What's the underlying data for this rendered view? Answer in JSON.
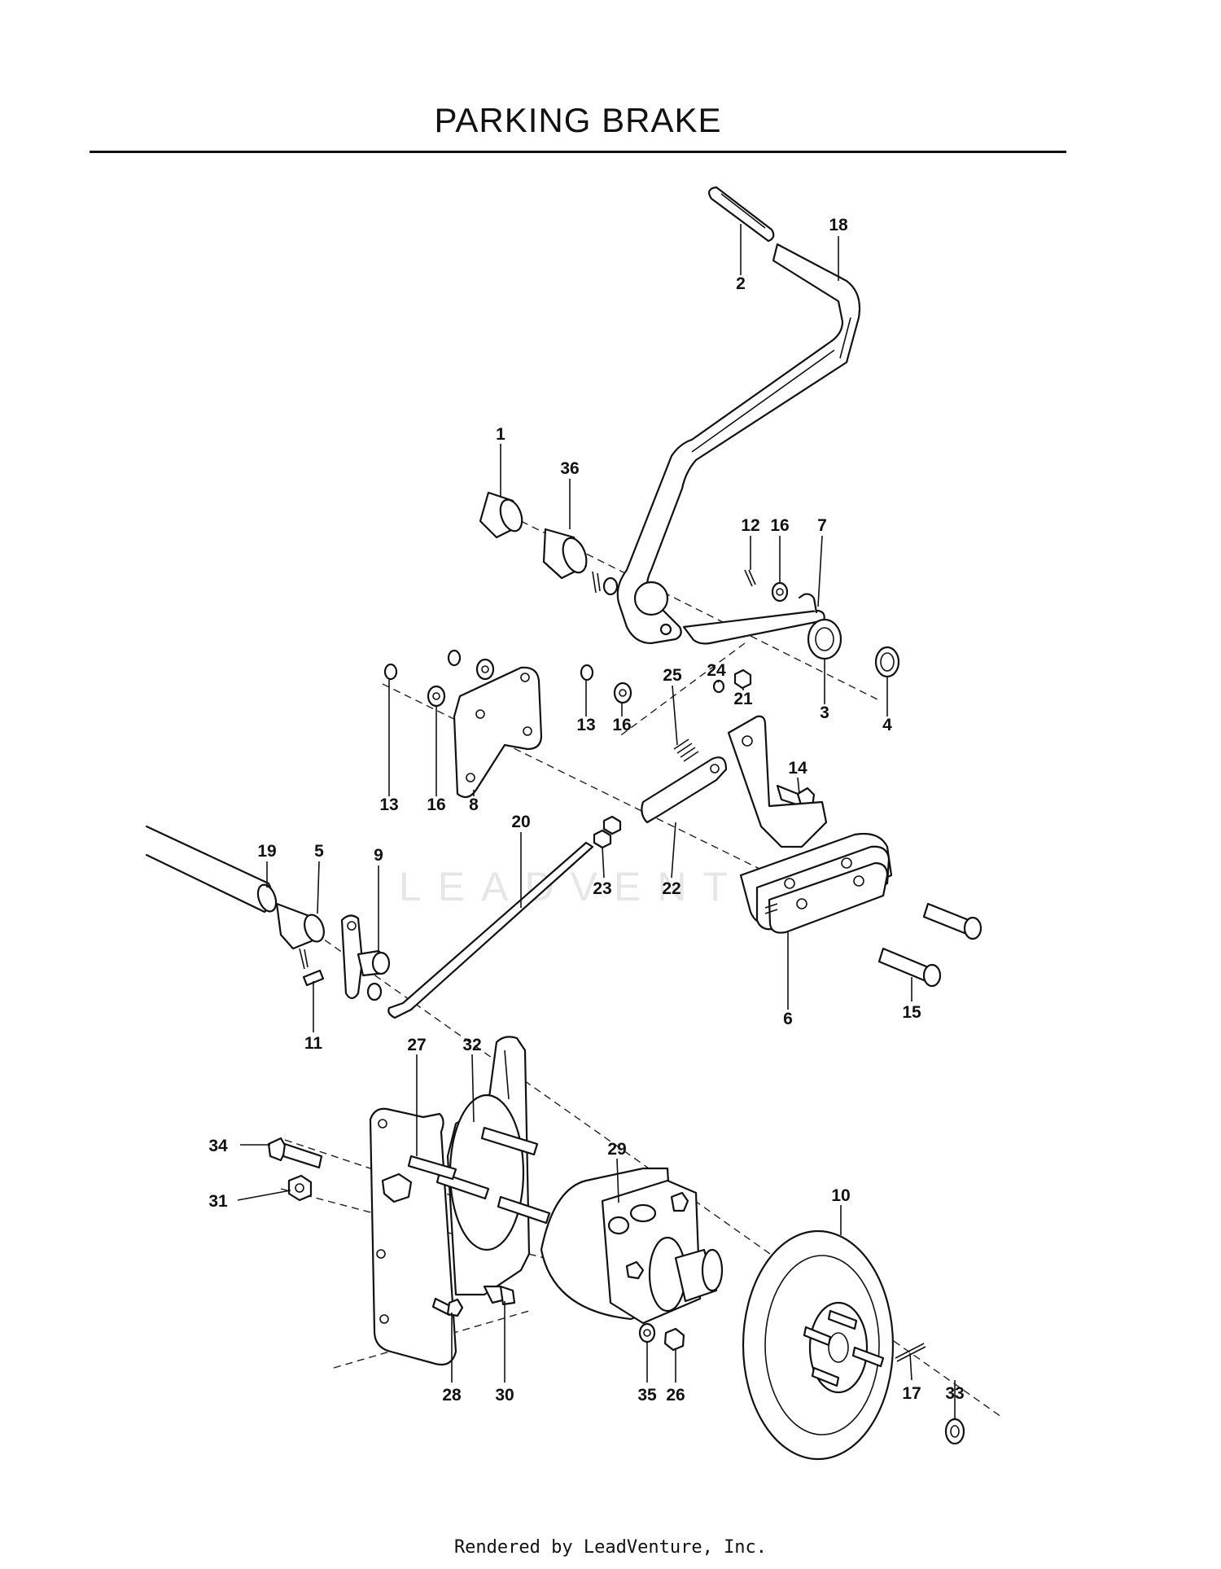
{
  "title": "PARKING BRAKE",
  "watermark": "LEADVENTURE",
  "footer": "Rendered by LeadVenture, Inc.",
  "callouts": {
    "c1": "1",
    "c2": "2",
    "c3": "3",
    "c4": "4",
    "c5": "5",
    "c6": "6",
    "c7": "7",
    "c8": "8",
    "c9": "9",
    "c10": "10",
    "c11": "11",
    "c12": "12",
    "c13a": "13",
    "c13b": "13",
    "c14": "14",
    "c15": "15",
    "c16a": "16",
    "c16b": "16",
    "c16c": "16",
    "c17": "17",
    "c18": "18",
    "c19": "19",
    "c20": "20",
    "c21": "21",
    "c22": "22",
    "c23": "23",
    "c24": "24",
    "c25": "25",
    "c26": "26",
    "c27": "27",
    "c28": "28",
    "c29": "29",
    "c30": "30",
    "c31": "31",
    "c32": "32",
    "c33": "33",
    "c34": "34",
    "c35": "35",
    "c36": "36"
  }
}
